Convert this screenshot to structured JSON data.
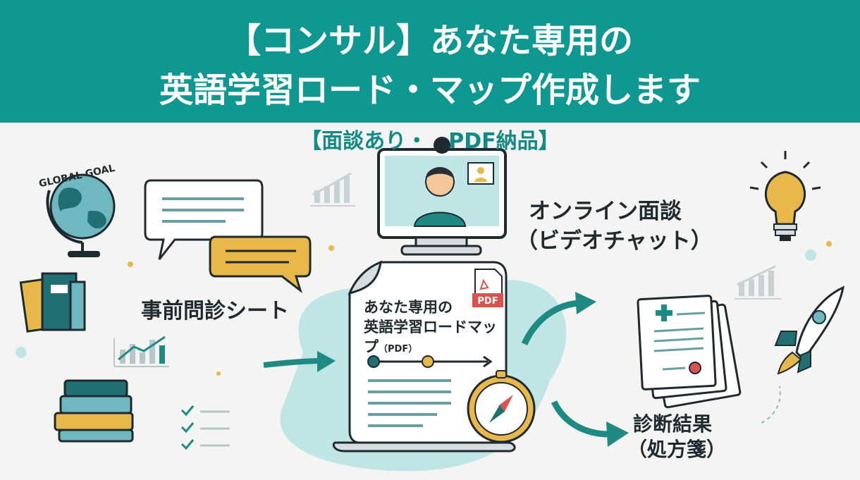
{
  "banner": {
    "title_line1": "【コンサル】あなた専用の",
    "title_line2": "英語学習ロード・マップ作成します",
    "subtitle": "【面談あり・　PDF納品】"
  },
  "labels": {
    "questionnaire": "事前問診シート",
    "online_line1": "オンライン面談",
    "online_line2": "（ビデオチャット）",
    "diagnosis_line1": "診断結果",
    "diagnosis_line2": "（処方箋）"
  },
  "document": {
    "line1": "あなた専用の",
    "line2": "英語学習ロードマッ",
    "line3": "プ",
    "line3_small": "（PDF）",
    "pdf_badge": "PDF"
  },
  "globe_label": "GLOBAL GOAL",
  "colors": {
    "teal": "#0f9891",
    "dark_teal": "#1f6f73",
    "gold": "#e8b84a",
    "light_teal": "#bfe5e6",
    "red": "#d9534f"
  }
}
